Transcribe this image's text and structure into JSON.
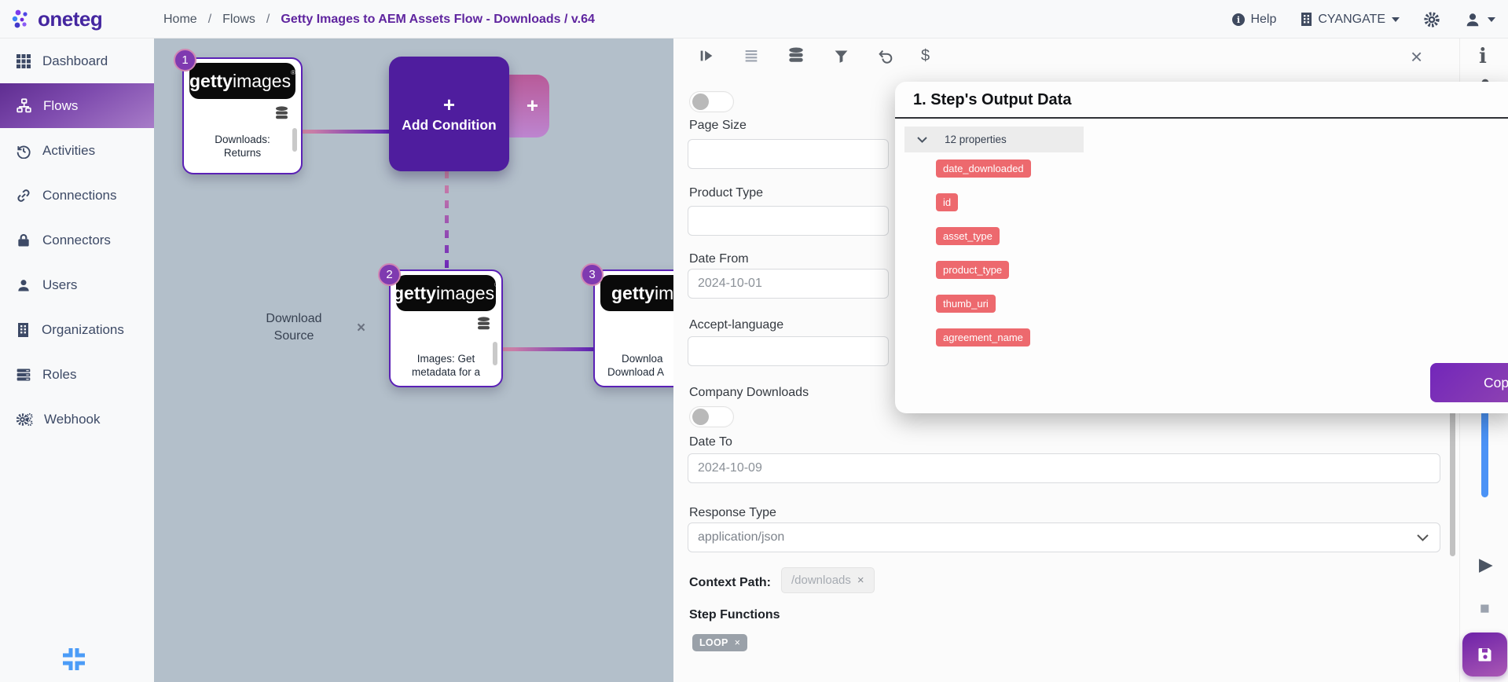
{
  "header": {
    "brand": "oneteg",
    "breadcrumb": {
      "home": "Home",
      "sep1": "/",
      "flows": "Flows",
      "sep2": "/",
      "current": "Getty Images to AEM Assets Flow - Downloads / v.64"
    },
    "help_label": "Help",
    "org_label": "CYANGATE"
  },
  "sidebar": {
    "items": [
      {
        "label": "Dashboard"
      },
      {
        "label": "Flows"
      },
      {
        "label": "Activities"
      },
      {
        "label": "Connections"
      },
      {
        "label": "Connectors"
      },
      {
        "label": "Users"
      },
      {
        "label": "Organizations"
      },
      {
        "label": "Roles"
      },
      {
        "label": "Webhook"
      }
    ]
  },
  "canvas": {
    "brand_bold": "getty",
    "brand_rest": "images",
    "brand_mark": "®",
    "node1": {
      "badge": "1",
      "line1": "Downloads:",
      "line2": "Returns"
    },
    "add_condition": {
      "plus": "+",
      "label": "Add Condition",
      "side_plus": "+"
    },
    "node2": {
      "badge": "2",
      "line1": "Images: Get",
      "line2": "metadata for a"
    },
    "node3": {
      "badge": "3",
      "line1": "Downloa",
      "line2": "Download A"
    },
    "edge_label": {
      "line1": "Download",
      "line2": "Source",
      "remove": "×"
    }
  },
  "panel": {
    "toolbar_dollar": "$",
    "close": "×",
    "fields": {
      "page_size": {
        "label": "Page Size",
        "value": ""
      },
      "product_type": {
        "label": "Product Type",
        "value": ""
      },
      "date_from": {
        "label": "Date From",
        "value": "2024-10-01"
      },
      "accept_language": {
        "label": "Accept-language",
        "value": ""
      },
      "company_downloads": {
        "label": "Company Downloads"
      },
      "date_to": {
        "label": "Date To",
        "value": "2024-10-09"
      },
      "response_type": {
        "label": "Response Type",
        "value": "application/json"
      },
      "context_path": {
        "label": "Context Path:",
        "chip": "/downloads",
        "remove": "×"
      },
      "step_functions": {
        "label": "Step Functions",
        "chip": "LOOP",
        "remove": "×"
      }
    }
  },
  "rail": {
    "info_icon": "i",
    "play_icon": "▶",
    "stop_icon": "■"
  },
  "overlay": {
    "title": "1. Step's Output Data",
    "group": "12 properties",
    "properties": [
      "date_downloaded",
      "id",
      "asset_type",
      "product_type",
      "thumb_uri",
      "agreement_name"
    ],
    "copy_button": "Copy as J"
  },
  "colors": {
    "accent_purple": "#5b21b6",
    "node_purple": "#4f1d9e",
    "active_gradient_start": "#5f2d91",
    "chip_red": "#ed696e",
    "rail_blue": "#4b93f6",
    "canvas_bg": "#b3bfca"
  }
}
